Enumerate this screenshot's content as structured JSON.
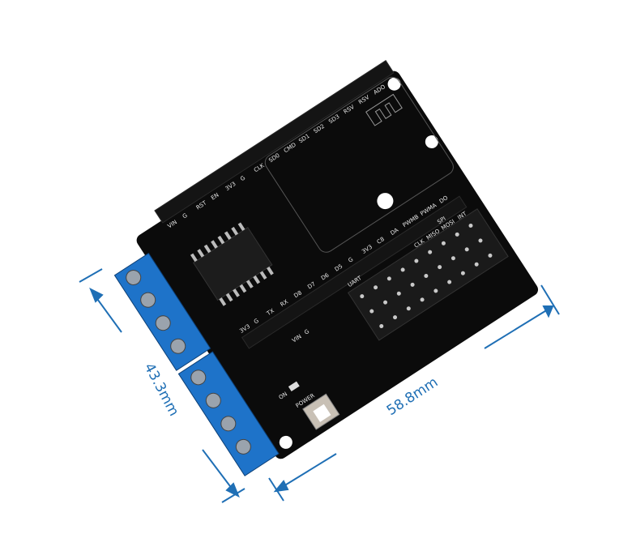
{
  "dimensions": {
    "height_label": "43.3mm",
    "width_label": "58.8mm"
  },
  "board": {
    "top_header_labels": [
      "VIN",
      "G",
      "RST",
      "EN",
      "3V3",
      "G",
      "CLK",
      "SD0",
      "CMD",
      "SD1",
      "SD2",
      "SD3",
      "RSV",
      "RSV",
      "ADO"
    ],
    "middle_header_labels": [
      "3V3",
      "G",
      "TX",
      "RX",
      "D8",
      "D7",
      "D6",
      "D5",
      "G",
      "3V3",
      "C8",
      "DA",
      "PWMB",
      "PWMA",
      "DO"
    ],
    "uart_label": "UART",
    "spi_label": "SPI",
    "spi_labels": [
      "CLK",
      "MISO",
      "MOSI",
      "INT"
    ],
    "power_label": "POWER",
    "on_label": "ON",
    "vin_label": "VIN",
    "g_label": "G"
  },
  "colors": {
    "dimension": "#1f6fb5",
    "board": "#0b0b0b",
    "terminal": "#1e73c9"
  }
}
